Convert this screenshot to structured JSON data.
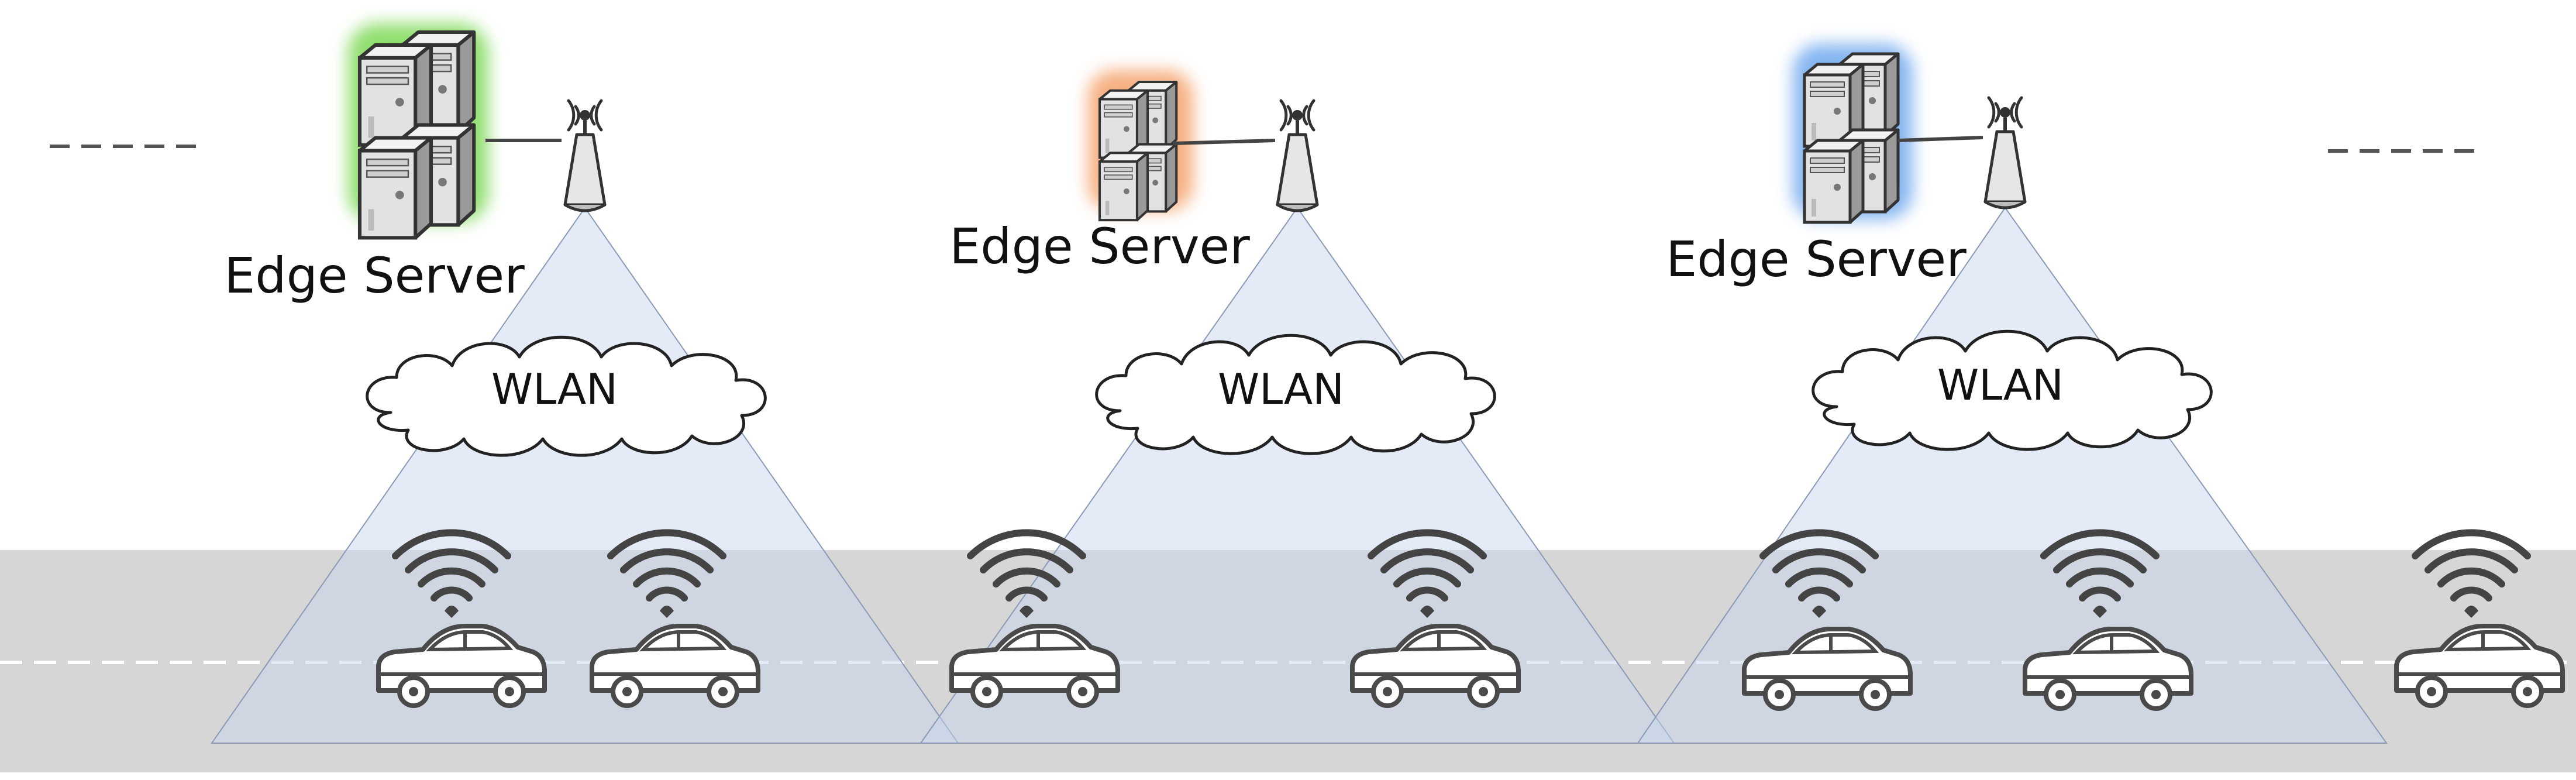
{
  "labels": {
    "edge_server": "Edge Server",
    "wlan": "WLAN"
  },
  "colors": {
    "road": "#d6d6d6",
    "lane_marking": "#ffffff",
    "coverage": "#c7d6ee",
    "server_glow_green": "#7ed957",
    "server_glow_orange": "#f4a36c",
    "server_glow_blue": "#6fa8ee",
    "outline": "#404040"
  },
  "icons": [
    "edge-server-icon",
    "antenna-icon",
    "cloud-icon",
    "wifi-icon",
    "car-icon"
  ],
  "continuation_marks": [
    "left",
    "right"
  ]
}
